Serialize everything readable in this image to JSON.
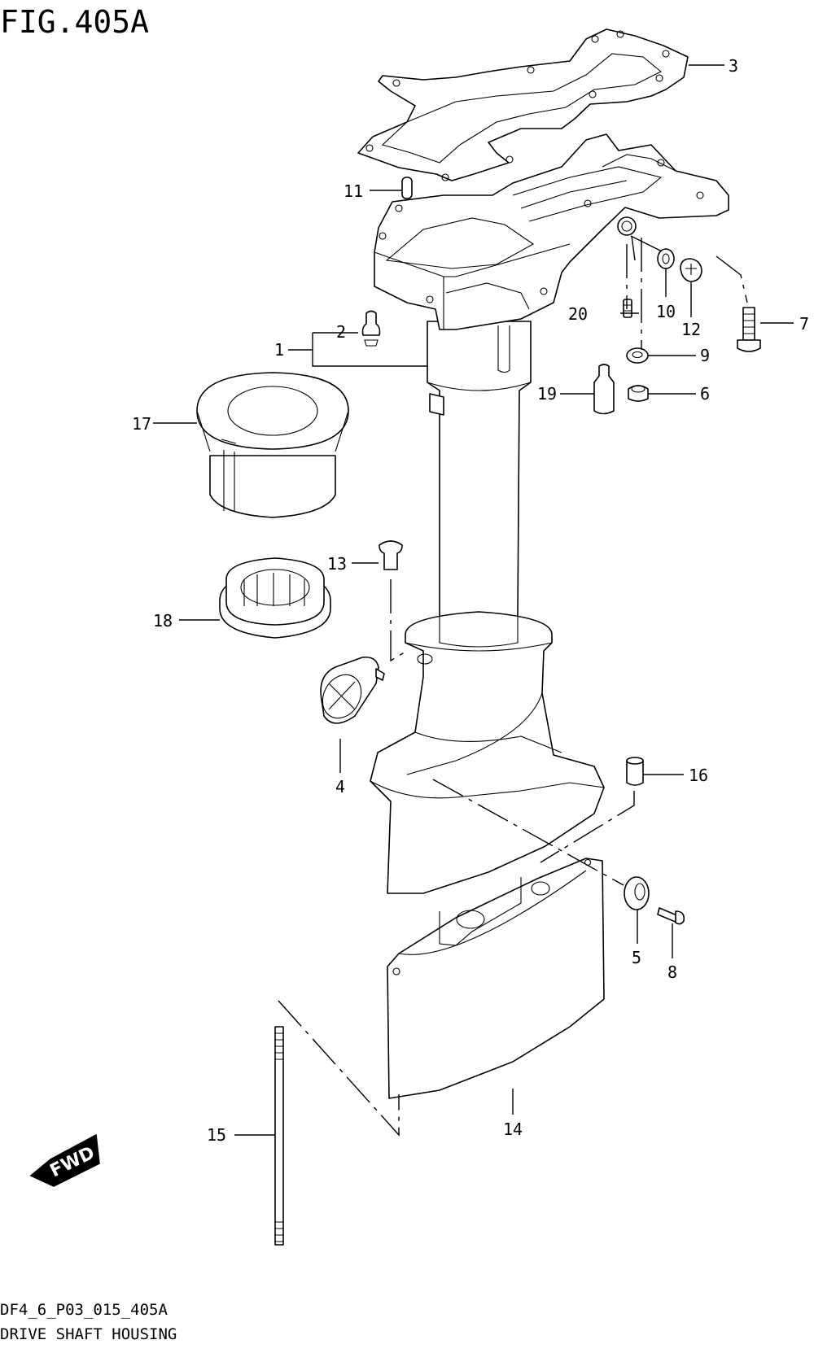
{
  "figure": {
    "title": "FIG.405A",
    "code": "DF4_6_P03_015_405A",
    "caption": "DRIVE SHAFT HOUSING"
  },
  "direction_badge": "FWD",
  "callouts": {
    "p1": "1",
    "p2": "2",
    "p3": "3",
    "p4": "4",
    "p5": "5",
    "p6": "6",
    "p7": "7",
    "p8": "8",
    "p9": "9",
    "p10": "10",
    "p11": "11",
    "p12": "12",
    "p13": "13",
    "p14": "14",
    "p15": "15",
    "p16": "16",
    "p17": "17",
    "p18": "18",
    "p19": "19",
    "p20": "20"
  }
}
